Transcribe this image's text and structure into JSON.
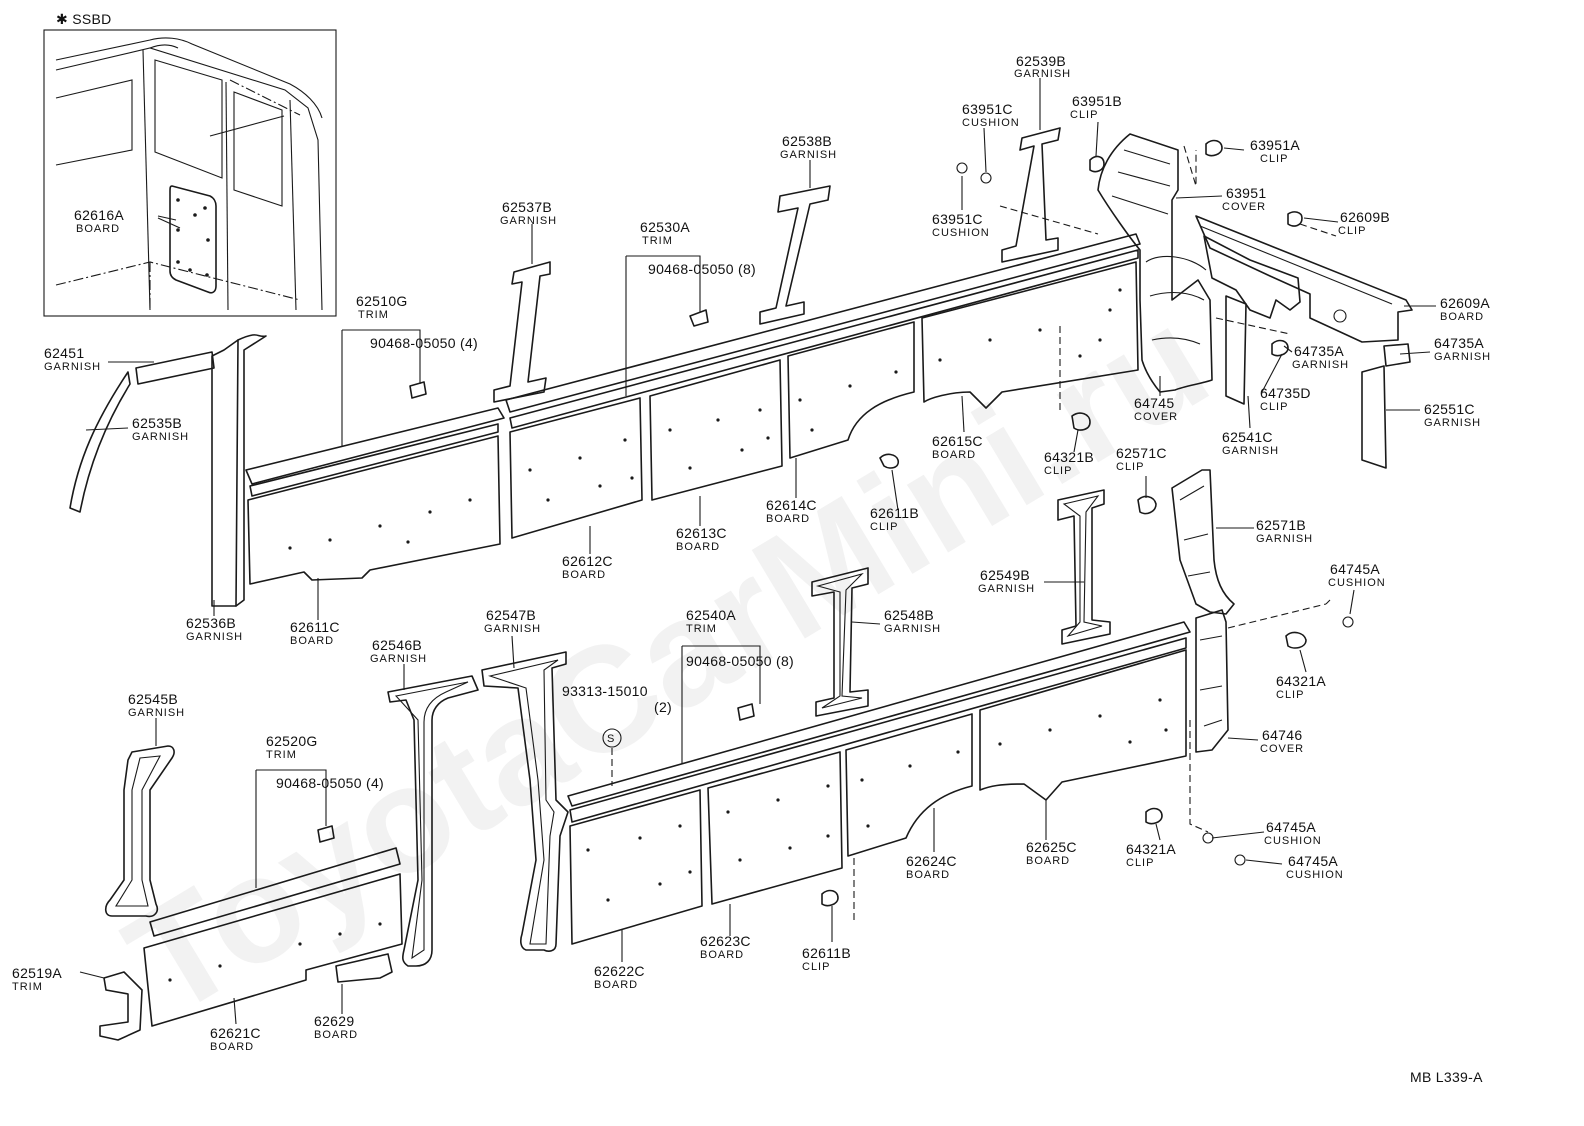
{
  "inset": {
    "marker": "✱ SSBD"
  },
  "watermark": "ToyotaCarMini.ru",
  "drawing_code": "MB L339-A",
  "callouts": [
    {
      "id": "62616A",
      "num": "62616A",
      "name": "BOARD"
    },
    {
      "id": "62539B",
      "num": "62539B",
      "name": "GARNISH"
    },
    {
      "id": "63951C-a",
      "num": "63951C",
      "name": "CUSHION"
    },
    {
      "id": "63951B",
      "num": "63951B",
      "name": "CLIP"
    },
    {
      "id": "63951A",
      "num": "63951A",
      "name": "CLIP"
    },
    {
      "id": "62538B",
      "num": "62538B",
      "name": "GARNISH"
    },
    {
      "id": "63951",
      "num": "63951",
      "name": "COVER"
    },
    {
      "id": "62609B",
      "num": "62609B",
      "name": "CLIP"
    },
    {
      "id": "63951C-b",
      "num": "63951C",
      "name": "CUSHION"
    },
    {
      "id": "62537B",
      "num": "62537B",
      "name": "GARNISH"
    },
    {
      "id": "62530A",
      "num": "62530A",
      "name": "TRIM"
    },
    {
      "id": "90468-05050-8a",
      "num": "90468-05050 (8)",
      "name": ""
    },
    {
      "id": "62609A",
      "num": "62609A",
      "name": "BOARD"
    },
    {
      "id": "62510G",
      "num": "62510G",
      "name": "TRIM"
    },
    {
      "id": "90468-05050-4a",
      "num": "90468-05050 (4)",
      "name": ""
    },
    {
      "id": "62451",
      "num": "62451",
      "name": "GARNISH"
    },
    {
      "id": "64735A-a",
      "num": "64735A",
      "name": "GARNISH"
    },
    {
      "id": "64735A-b",
      "num": "64735A",
      "name": "GARNISH"
    },
    {
      "id": "64735D",
      "num": "64735D",
      "name": "CLIP"
    },
    {
      "id": "64745",
      "num": "64745",
      "name": "COVER"
    },
    {
      "id": "62535B",
      "num": "62535B",
      "name": "GARNISH"
    },
    {
      "id": "62551C",
      "num": "62551C",
      "name": "GARNISH"
    },
    {
      "id": "62615C",
      "num": "62615C",
      "name": "BOARD"
    },
    {
      "id": "62541C",
      "num": "62541C",
      "name": "GARNISH"
    },
    {
      "id": "64321B",
      "num": "64321B",
      "name": "CLIP"
    },
    {
      "id": "62571C",
      "num": "62571C",
      "name": "CLIP"
    },
    {
      "id": "62614C",
      "num": "62614C",
      "name": "BOARD"
    },
    {
      "id": "62611B-a",
      "num": "62611B",
      "name": "CLIP"
    },
    {
      "id": "62613C",
      "num": "62613C",
      "name": "BOARD"
    },
    {
      "id": "62571B",
      "num": "62571B",
      "name": "GARNISH"
    },
    {
      "id": "62612C",
      "num": "62612C",
      "name": "BOARD"
    },
    {
      "id": "62549B",
      "num": "62549B",
      "name": "GARNISH"
    },
    {
      "id": "64745A-a",
      "num": "64745A",
      "name": "CUSHION"
    },
    {
      "id": "62536B",
      "num": "62536B",
      "name": "GARNISH"
    },
    {
      "id": "62611C",
      "num": "62611C",
      "name": "BOARD"
    },
    {
      "id": "62547B",
      "num": "62547B",
      "name": "GARNISH"
    },
    {
      "id": "62540A",
      "num": "62540A",
      "name": "TRIM"
    },
    {
      "id": "62548B",
      "num": "62548B",
      "name": "GARNISH"
    },
    {
      "id": "62546B",
      "num": "62546B",
      "name": "GARNISH"
    },
    {
      "id": "90468-05050-8b",
      "num": "90468-05050 (8)",
      "name": ""
    },
    {
      "id": "64321A-a",
      "num": "64321A",
      "name": "CLIP"
    },
    {
      "id": "62545B",
      "num": "62545B",
      "name": "GARNISH"
    },
    {
      "id": "93313-15010",
      "num": "93313-15010",
      "name": "(2)"
    },
    {
      "id": "64746",
      "num": "64746",
      "name": "COVER"
    },
    {
      "id": "62520G",
      "num": "62520G",
      "name": "TRIM"
    },
    {
      "id": "90468-05050-4b",
      "num": "90468-05050 (4)",
      "name": ""
    },
    {
      "id": "64745A-b",
      "num": "64745A",
      "name": "CUSHION"
    },
    {
      "id": "64321A-b",
      "num": "64321A",
      "name": "CLIP"
    },
    {
      "id": "64745A-c",
      "num": "64745A",
      "name": "CUSHION"
    },
    {
      "id": "62624C",
      "num": "62624C",
      "name": "BOARD"
    },
    {
      "id": "62625C",
      "num": "62625C",
      "name": "BOARD"
    },
    {
      "id": "62519A",
      "num": "62519A",
      "name": "TRIM"
    },
    {
      "id": "62623C",
      "num": "62623C",
      "name": "BOARD"
    },
    {
      "id": "62611B-b",
      "num": "62611B",
      "name": "CLIP"
    },
    {
      "id": "62622C",
      "num": "62622C",
      "name": "BOARD"
    },
    {
      "id": "62629",
      "num": "62629",
      "name": "BOARD"
    },
    {
      "id": "62621C",
      "num": "62621C",
      "name": "BOARD"
    }
  ]
}
